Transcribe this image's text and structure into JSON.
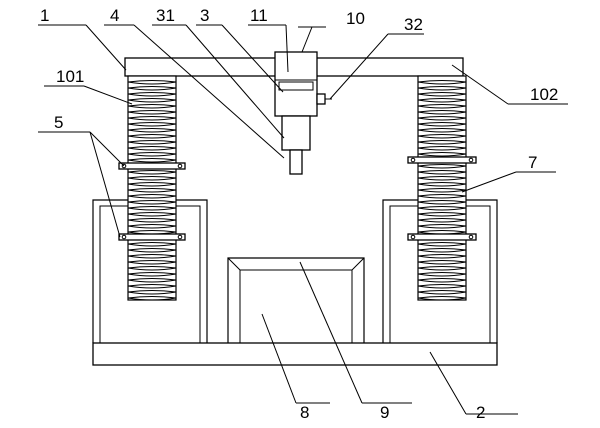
{
  "diagram": {
    "labels": {
      "l1": "1",
      "l4": "4",
      "l31": "31",
      "l3": "3",
      "l11": "11",
      "l10": "10",
      "l32": "32",
      "l101": "101",
      "l102": "102",
      "l5": "5",
      "l7": "7",
      "l8": "8",
      "l9": "9",
      "l2": "2"
    }
  }
}
